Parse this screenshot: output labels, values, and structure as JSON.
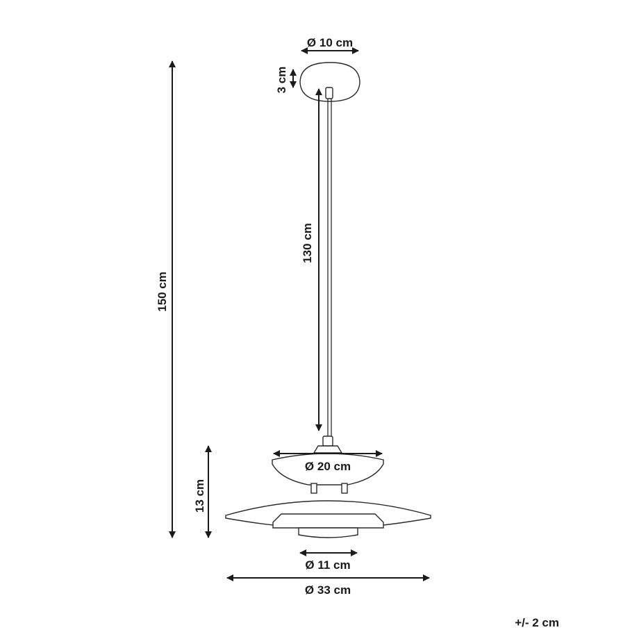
{
  "dimensions": {
    "canopy_diameter": "Ø 10 cm",
    "canopy_height": "3 cm",
    "cable_length": "130 cm",
    "total_height": "150 cm",
    "shade_height": "13 cm",
    "top_shade_diameter": "Ø 20 cm",
    "bottom_diameter": "Ø 11 cm",
    "wide_shade_diameter": "Ø 33 cm"
  },
  "tolerance": "+/- 2 cm",
  "colors": {
    "line": "#1a1a1a",
    "background": "#ffffff"
  }
}
